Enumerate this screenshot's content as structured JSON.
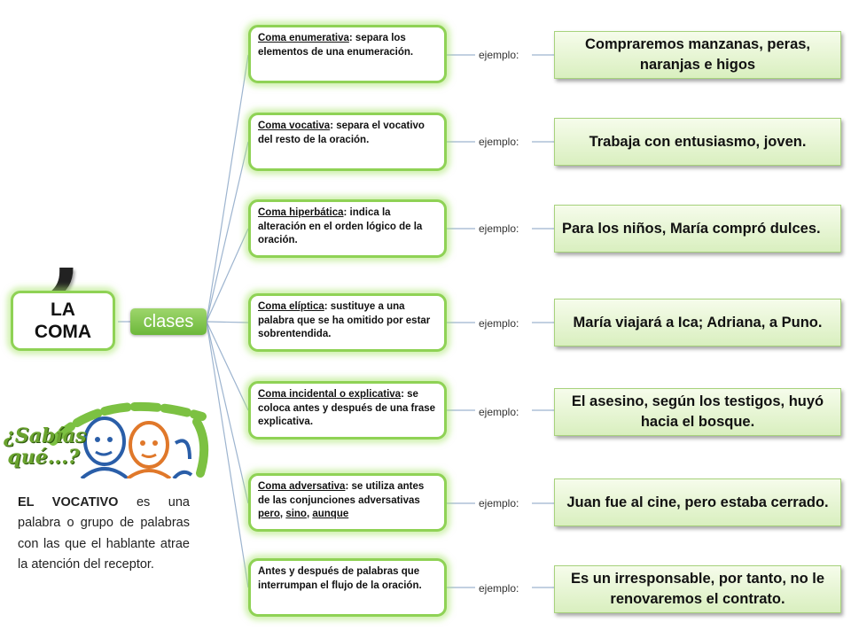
{
  "root": {
    "label": "LA\nCOMA",
    "symbol": ","
  },
  "branch": {
    "label": "clases"
  },
  "example_label": "ejemplo:",
  "types": [
    {
      "term": "Coma enumerativa",
      "desc": ": separa los elementos de una enumeración.",
      "example": "Compraremos manzanas, peras, naranjas e higos"
    },
    {
      "term": "Coma vocativa",
      "desc": ": separa el vocativo del resto de la oración.",
      "example": "Trabaja con entusiasmo, joven."
    },
    {
      "term": "Coma hiperbática",
      "desc": ": indica la alteración en el orden lógico de la oración.",
      "example": "Para los niños, María compró dulces."
    },
    {
      "term": "Coma elíptica",
      "desc": ": sustituye a una palabra que se ha omitido por estar sobrentendida.",
      "example": "María viajará a Ica; Adriana, a Puno."
    },
    {
      "term": "Coma incidental o explicativa",
      "desc": ": se coloca antes y después de una frase explicativa.",
      "example": "El asesino, según los testigos, huyó hacia el bosque."
    },
    {
      "term": "Coma adversativa",
      "desc": ": se utiliza antes de las conjunciones adversativas ",
      "conj": [
        "pero",
        "sino",
        "aunque"
      ],
      "example": "Juan fue al cine, pero estaba cerrado."
    },
    {
      "term": "",
      "desc": "Antes y después de palabras que interrumpan el flujo de la oración.",
      "example": "Es un irresponsable, por tanto, no le renovaremos el contrato."
    }
  ],
  "sabias": {
    "title_line1": "¿Sabías",
    "title_line2": "qué...?"
  },
  "note": {
    "bold": "EL VOCATIVO",
    "text": " es una palabra o grupo de palabras con las que el hablante atrae la atención del receptor."
  },
  "colors": {
    "accent_green": "#8fd255",
    "pill_green": "#6cb83a",
    "connector": "#9db4cf"
  }
}
